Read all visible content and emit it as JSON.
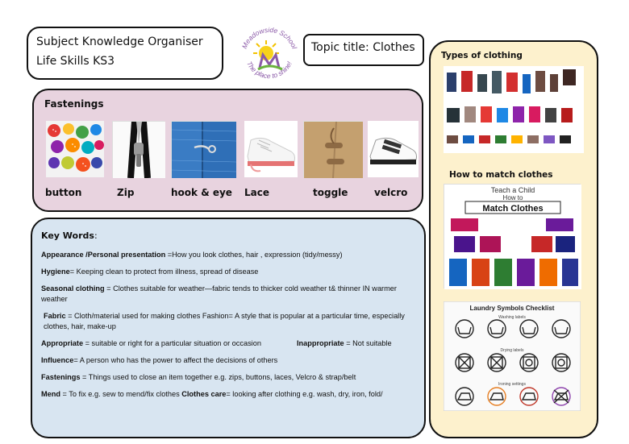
{
  "header": {
    "line1": "Subject Knowledge Organiser",
    "line2": "Life Skills KS3",
    "topic_title": "Topic title:  Clothes"
  },
  "logo": {
    "top_text": "Meadowside School",
    "bottom_text": "The place to shine!"
  },
  "fastenings": {
    "title": "Fastenings",
    "items": [
      {
        "label": "button",
        "icon": "buttons-photo"
      },
      {
        "label": "Zip",
        "icon": "zip-photo"
      },
      {
        "label": "hook & eye",
        "icon": "hook-and-eye-photo"
      },
      {
        "label": "Lace",
        "icon": "laced-shoe-photo"
      },
      {
        "label": "toggle",
        "icon": "toggle-photo"
      },
      {
        "label": "velcro",
        "icon": "velcro-shoe-photo"
      }
    ]
  },
  "key_words": {
    "title": "Key  Words",
    "colon": ":",
    "entries": [
      {
        "term": "Appearance /Personal presentation",
        "def": " =How you look clothes, hair , expression (tidy/messy)"
      },
      {
        "term": "Hygiene",
        "def": "= Keeping clean to protect from illness, spread of disease"
      },
      {
        "term": "Seasonal clothing",
        "def": "  = Clothes suitable for weather—fabric tends to  thicker  cold weather t& thinner  IN warmer weather"
      },
      {
        "term": "Fabric",
        "def": " = Cloth/material used for making clothes     Fashion= A style that is popular at a particular time, especially clothes, hair, make-up"
      },
      {
        "term": "Appropriate",
        "def": " = suitable or right for a particular situation or occasion",
        "term2": "Inappropriate",
        "def2": " = Not suitable"
      },
      {
        "term": "Influence",
        "def": "= A person who has the power to affect the decisions of others"
      },
      {
        "term": "Fastenings",
        "def": " =  Things used to close  an item together  e.g. zips,  buttons, laces,  Velcro  & strap/belt"
      },
      {
        "term": "Mend",
        "def": "  =  To fix  e.g. sew to mend/fix clothes   ",
        "term2": "Clothes  care",
        "def2": "=  looking after clothing  e.g. wash, dry, iron, fold/"
      }
    ]
  },
  "side": {
    "types_title": "Types of clothing",
    "match_title": "How to match clothes",
    "match_poster": {
      "line1": "Teach a Child",
      "line2": "How to",
      "line3": "Match Clothes"
    },
    "laundry": {
      "title": "Laundry Symbols Checklist",
      "washing": "Washing labels",
      "drying": "Drying labels",
      "ironing": "Ironing settings"
    }
  },
  "colors": {
    "fastenings_bg": "#e8d3df",
    "keywords_bg": "#d8e5f1",
    "side_bg": "#fdf1cd"
  }
}
